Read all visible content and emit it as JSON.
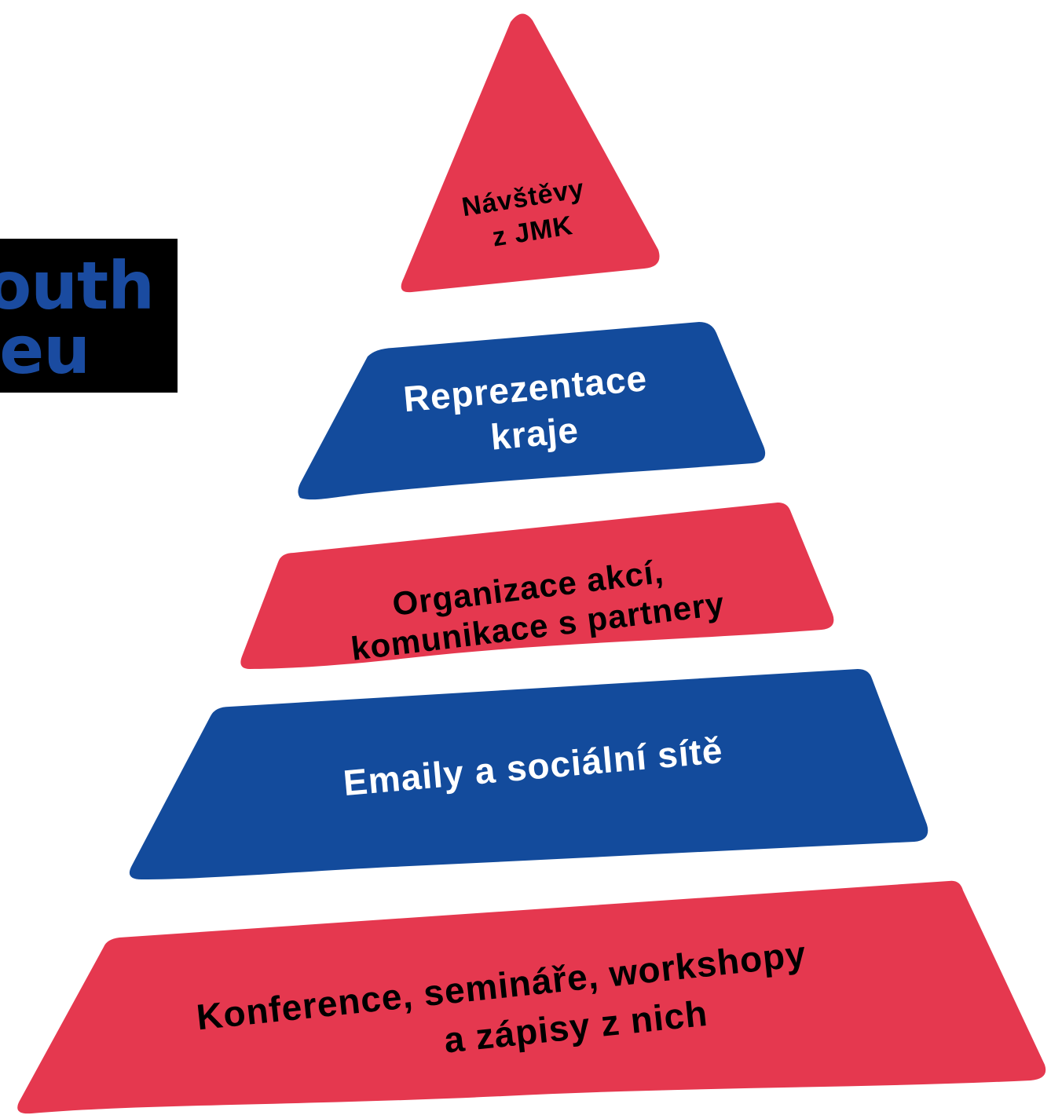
{
  "logo": {
    "line1": "outh",
    "line2": "eu",
    "text_color": "#1a4ba0",
    "background": "#000000"
  },
  "pyramid": {
    "colors": {
      "red": "#e5384f",
      "blue": "#134b9c",
      "dark_text": "#000000",
      "light_text": "#ffffff"
    },
    "tiers": [
      {
        "lines": [
          "Návštěvy",
          "z JMK"
        ],
        "color": "red",
        "text_color": "dark_text"
      },
      {
        "lines": [
          "Reprezentace",
          "kraje"
        ],
        "color": "blue",
        "text_color": "light_text"
      },
      {
        "lines": [
          "Organizace akcí,",
          "komunikace s partnery"
        ],
        "color": "red",
        "text_color": "dark_text"
      },
      {
        "lines": [
          "Emaily a sociální sítě"
        ],
        "color": "blue",
        "text_color": "light_text"
      },
      {
        "lines": [
          "Konference, semináře, workshopy",
          "a zápisy z nich"
        ],
        "color": "red",
        "text_color": "dark_text"
      }
    ]
  }
}
